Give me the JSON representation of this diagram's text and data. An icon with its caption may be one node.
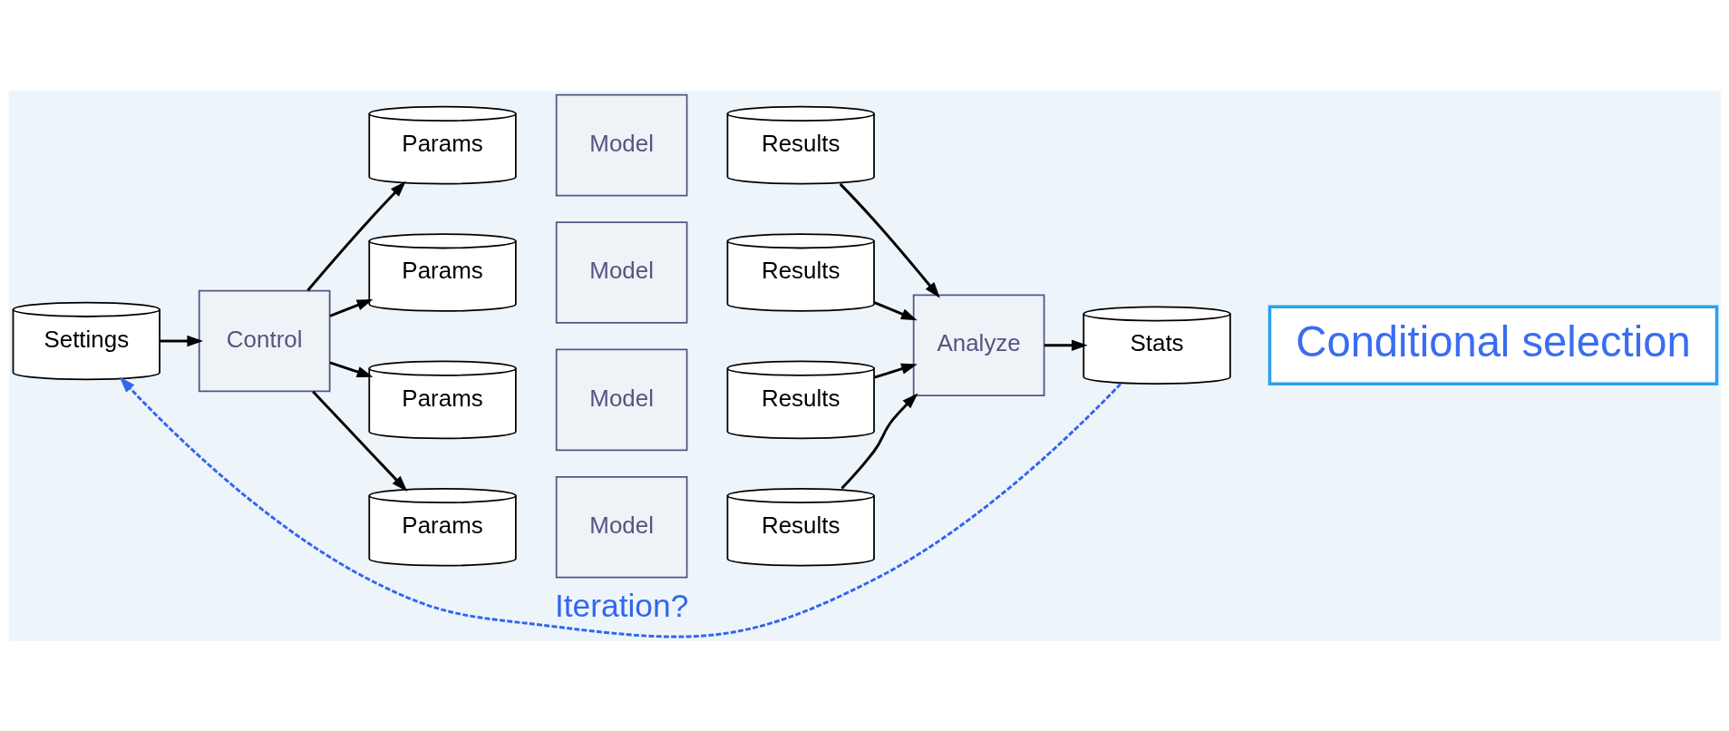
{
  "diagram": {
    "nodes": [
      {
        "text": [
          "Settings"
        ]
      },
      {
        "text": [
          "Control"
        ]
      },
      {
        "text": [
          "Params"
        ]
      },
      {
        "text": [
          "Model"
        ]
      },
      {
        "text": [
          "Results"
        ]
      },
      {
        "text": [
          "Params"
        ]
      },
      {
        "text": [
          "Model"
        ]
      },
      {
        "text": [
          "Results"
        ]
      },
      {
        "text": [
          "Params"
        ]
      },
      {
        "text": [
          "Model"
        ]
      },
      {
        "text": [
          "Results"
        ]
      },
      {
        "text": [
          "Params"
        ]
      },
      {
        "text": [
          "Model"
        ]
      },
      {
        "text": [
          "Results"
        ]
      },
      {
        "text": [
          "Analyze"
        ]
      },
      {
        "text": [
          "Stats"
        ]
      },
      {
        "text": [
          "Conditional selection"
        ]
      }
    ],
    "edges": [
      {
        "from": 0,
        "to": 1,
        "arrow": "to"
      },
      {
        "from": 1,
        "to": 2,
        "arrow": "to"
      },
      {
        "from": 1,
        "to": 5,
        "arrow": "to"
      },
      {
        "from": 1,
        "to": 8,
        "arrow": "to"
      },
      {
        "from": 1,
        "to": 11,
        "arrow": "to"
      },
      {
        "from": 4,
        "to": 14,
        "arrow": "to"
      },
      {
        "from": 7,
        "to": 14,
        "arrow": "to"
      },
      {
        "from": 10,
        "to": 14,
        "arrow": "to"
      },
      {
        "from": 13,
        "to": 14,
        "arrow": "to"
      },
      {
        "from": 14,
        "to": 15,
        "arrow": "to"
      },
      {
        "from": 15,
        "to": 0,
        "arrow": "to",
        "label": "Iteration?",
        "style": "dashed",
        "color": "#3366ee"
      }
    ]
  }
}
